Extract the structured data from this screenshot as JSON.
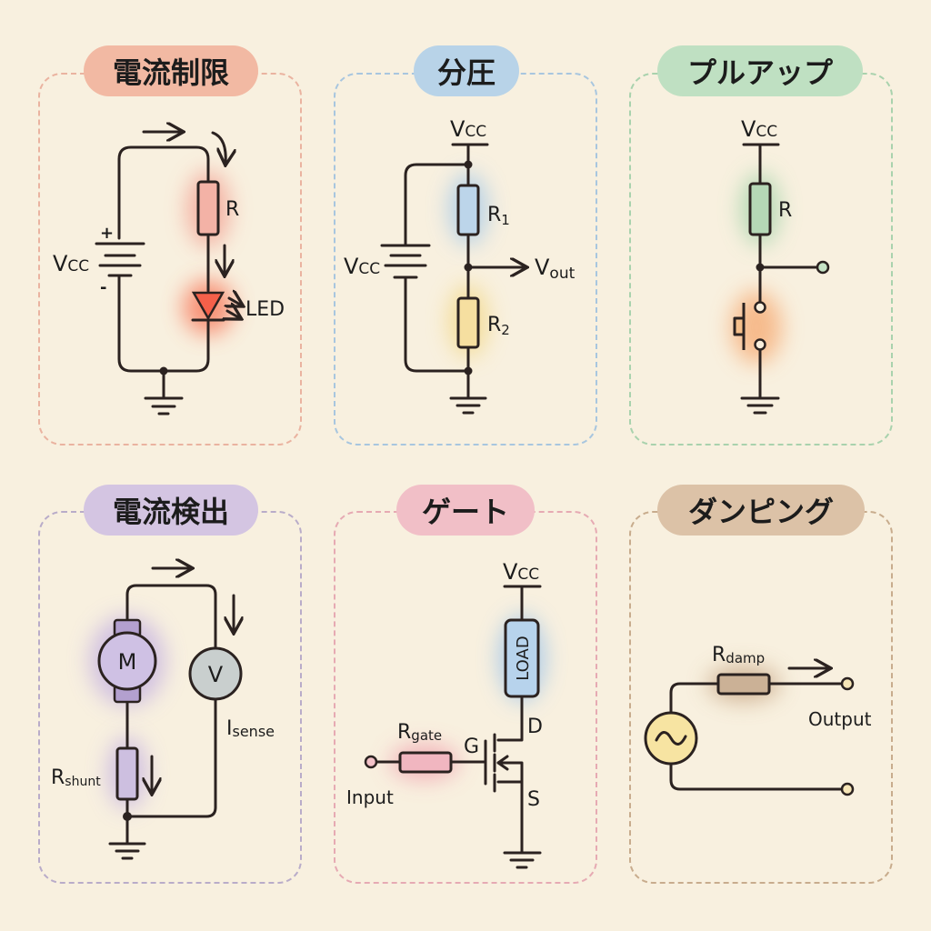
{
  "panels": [
    {
      "title": "電流制限",
      "accent": "#f2b9a3",
      "border": "#eab3a0",
      "labels": {
        "vcc": "V",
        "vcc_sub": "CC",
        "plus": "+",
        "minus": "-",
        "resistor": "R",
        "led": "LED"
      },
      "highlight_colors": {
        "resistor": "#f39a8c",
        "led": "#f76a4c"
      }
    },
    {
      "title": "分圧",
      "accent": "#b8d3e8",
      "border": "#a8c6df",
      "labels": {
        "vcc_top": "V",
        "vcc_top_sub": "CC",
        "vcc_batt": "V",
        "vcc_batt_sub": "CC",
        "r1": "R",
        "r1_sub": "1",
        "r2": "R",
        "r2_sub": "2",
        "vout": "V",
        "vout_sub": "out"
      },
      "highlight_colors": {
        "r1": "#b8d3e8",
        "r2": "#f3dc98"
      }
    },
    {
      "title": "プルアップ",
      "accent": "#bfe0c2",
      "border": "#a9d2ad",
      "labels": {
        "vcc": "V",
        "vcc_sub": "CC",
        "resistor": "R"
      },
      "highlight_colors": {
        "resistor": "#b5d9b6",
        "switch": "#f6b27c",
        "terminal": "#c6e4c6"
      }
    },
    {
      "title": "電流検出",
      "accent": "#d4c5e2",
      "border": "#b9acc9",
      "labels": {
        "motor": "M",
        "meter": "V",
        "isense": "I",
        "isense_sub": "sense",
        "rshunt": "R",
        "rshunt_sub": "shunt"
      },
      "highlight_colors": {
        "motor": "#cfc1e4",
        "meter": "#c9cfce",
        "shunt": "#cdbfe0"
      }
    },
    {
      "title": "ゲート",
      "accent": "#f1bfc7",
      "border": "#e6aab3",
      "labels": {
        "vcc": "V",
        "vcc_sub": "CC",
        "load": "LOAD",
        "drain": "D",
        "gate": "G",
        "source": "S",
        "rgate": "R",
        "rgate_sub": "gate",
        "input": "Input"
      },
      "highlight_colors": {
        "load": "#b7d3ec",
        "rgate": "#f1b6c0",
        "terminal": "#f3c2c8"
      }
    },
    {
      "title": "ダンピング",
      "accent": "#dcc2a7",
      "border": "#c8ac8d",
      "labels": {
        "rdamp": "R",
        "rdamp_sub": "damp",
        "output": "Output",
        "source_symbol": "~"
      },
      "highlight_colors": {
        "rdamp": "#cbb196",
        "source": "#f7e4a2",
        "terminal": "#f7e6b7"
      }
    }
  ]
}
